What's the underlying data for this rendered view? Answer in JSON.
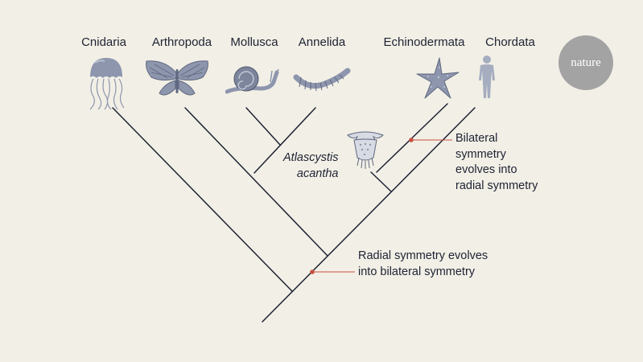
{
  "taxa": [
    {
      "name": "Cnidaria",
      "icon": "jellyfish-icon"
    },
    {
      "name": "Arthropoda",
      "icon": "butterfly-icon"
    },
    {
      "name": "Mollusca",
      "icon": "snail-icon"
    },
    {
      "name": "Annelida",
      "icon": "worm-icon"
    },
    {
      "name": "Echinodermata",
      "icon": "starfish-icon"
    },
    {
      "name": "Chordata",
      "icon": "human-icon"
    }
  ],
  "fossil": {
    "name_line1": "Atlascystis",
    "name_line2": "acantha",
    "icon": "fossil-icon"
  },
  "annotations": {
    "bilateral_to_radial": {
      "lines": [
        "Bilateral",
        "symmetry",
        "evolves into",
        "radial symmetry"
      ]
    },
    "radial_to_bilateral": {
      "lines": [
        "Radial symmetry evolves",
        "into bilateral symmetry"
      ]
    }
  },
  "logo": {
    "text": "nature"
  },
  "colors": {
    "background": "#f2efe6",
    "branch": "#1d2333",
    "marker": "#c8513f",
    "icon_fill": "#8d96ad",
    "logo": "#a3a3a3"
  }
}
